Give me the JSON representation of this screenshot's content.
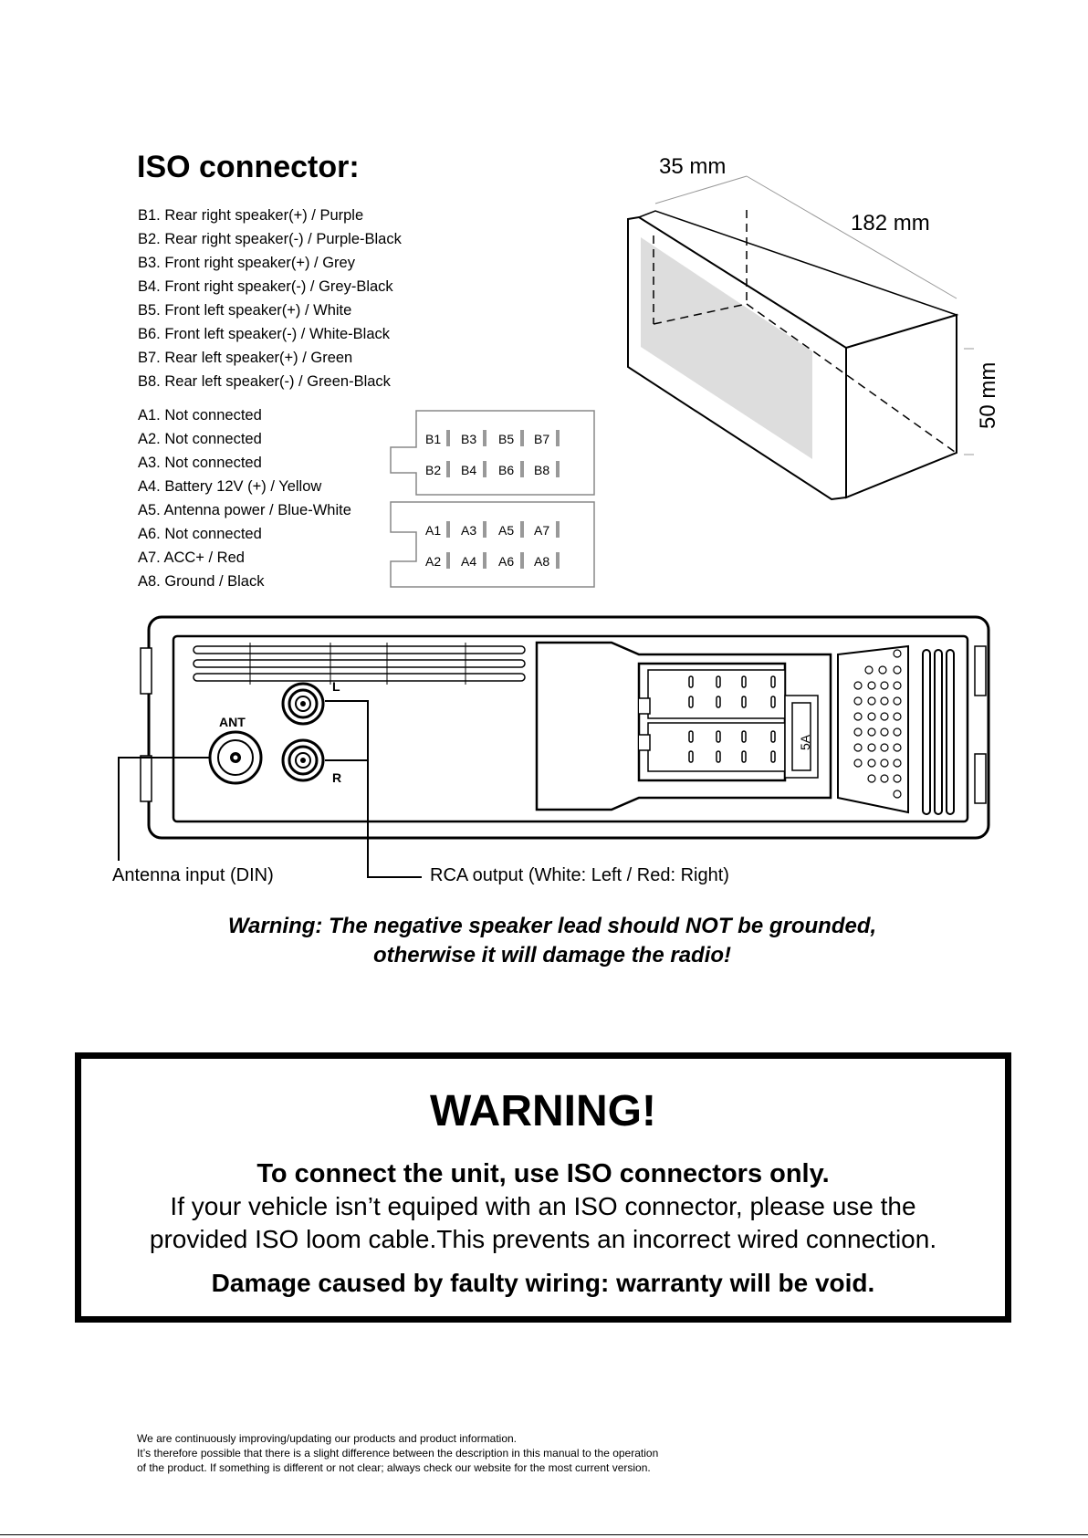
{
  "iso": {
    "title": "ISO connector:",
    "b_pins": [
      "B1. Rear right speaker(+) / Purple",
      "B2. Rear right speaker(-) / Purple-Black",
      "B3. Front right speaker(+) / Grey",
      "B4. Front right speaker(-) / Grey-Black",
      "B5. Front left speaker(+) / White",
      "B6. Front left speaker(-) / White-Black",
      "B7. Rear left speaker(+) / Green",
      "B8. Rear left speaker(-) / Green-Black"
    ],
    "a_pins": [
      "A1. Not connected",
      "A2. Not connected",
      "A3. Not connected",
      "A4. Battery 12V (+) / Yellow",
      "A5. Antenna power / Blue-White",
      "A6. Not connected",
      "A7. ACC+ / Red",
      "A8. Ground / Black"
    ]
  },
  "connector_block_b": {
    "top": [
      "B1",
      "B3",
      "B5",
      "B7"
    ],
    "bottom": [
      "B2",
      "B4",
      "B6",
      "B8"
    ]
  },
  "connector_block_a": {
    "top": [
      "A1",
      "A3",
      "A5",
      "A7"
    ],
    "bottom": [
      "A2",
      "A4",
      "A6",
      "A8"
    ]
  },
  "dimensions": {
    "depth": "35 mm",
    "width": "182 mm",
    "height": "50 mm"
  },
  "rear_panel": {
    "ant_label": "ANT",
    "left_label": "L",
    "right_label": "R",
    "fuse_label": "5A",
    "antenna_callout": "Antenna input (DIN)",
    "rca_callout": "RCA output (White: Left / Red: Right)"
  },
  "warning_note": {
    "line1": "Warning: The negative speaker lead should NOT be grounded,",
    "line2": "otherwise it will damage the radio!"
  },
  "warning_box": {
    "title": "WARNING!",
    "bold_line": "To connect the unit, use ISO connectors only.",
    "line1": "If your vehicle isn’t equiped with an ISO connector, please use the",
    "line2": "provided ISO loom cable.This prevents an incorrect wired connection.",
    "footer": "Damage caused by faulty wiring: warranty will be void."
  },
  "disclaimer": [
    "We are continuously improving/updating our products and product information.",
    "It’s therefore possible that there is a slight difference between the description in this manual to the operation",
    "of the product. If something is different or not clear; always check our website for the most current version."
  ]
}
